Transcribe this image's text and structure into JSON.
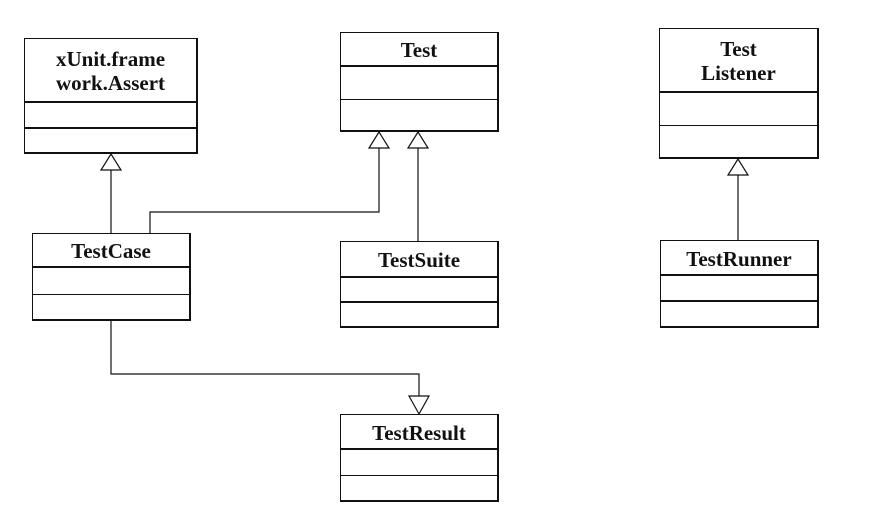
{
  "classes": {
    "assert": {
      "name": "xUnit.frame\nwork.Assert"
    },
    "test": {
      "name": "Test"
    },
    "listener": {
      "name": "Test\nListener"
    },
    "testcase": {
      "name": "TestCase"
    },
    "testsuite": {
      "name": "TestSuite"
    },
    "testrunner": {
      "name": "TestRunner"
    },
    "testresult": {
      "name": "TestResult"
    }
  },
  "relations": [
    {
      "from": "TestCase",
      "to": "xUnit.frame\nwork.Assert",
      "type": "inheritance"
    },
    {
      "from": "TestCase",
      "to": "Test",
      "type": "inheritance"
    },
    {
      "from": "TestSuite",
      "to": "Test",
      "type": "inheritance"
    },
    {
      "from": "TestRunner",
      "to": "Test\nListener",
      "type": "inheritance"
    },
    {
      "from": "TestCase",
      "to": "TestResult",
      "type": "inheritance"
    }
  ]
}
